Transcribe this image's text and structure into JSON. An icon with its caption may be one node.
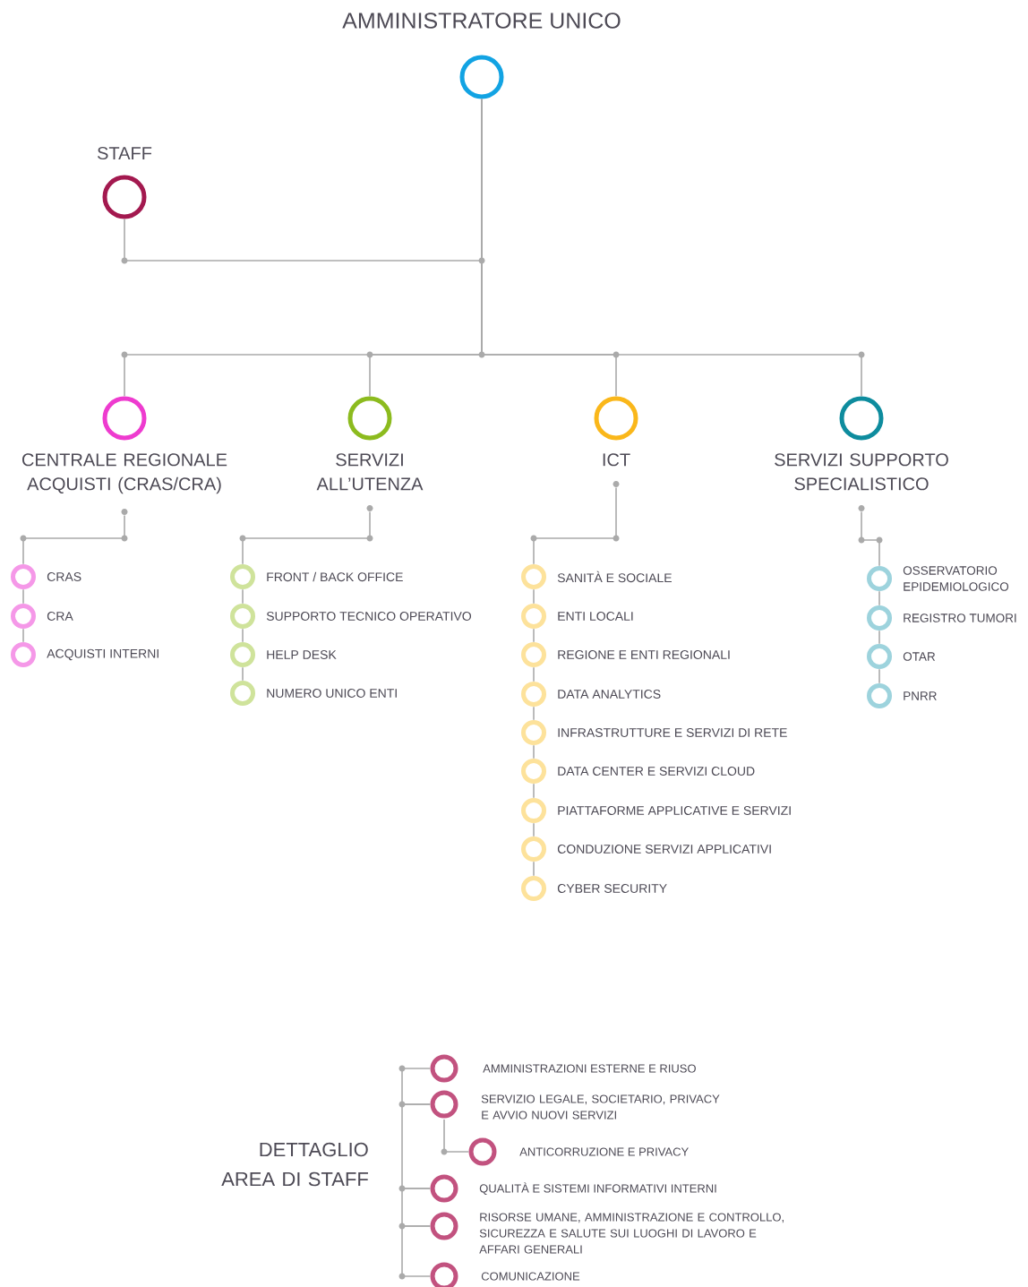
{
  "diagram": {
    "nodes": [
      {
        "text": [
          "AMMINISTRATORE UNICO"
        ]
      },
      {
        "text": [
          "STAFF"
        ]
      },
      {
        "text": [
          "CENTRALE REGIONALE ACQUISTI (CRAS/CRA)"
        ]
      },
      {
        "text": [
          "SERVIZI ALL’UTENZA"
        ]
      },
      {
        "text": [
          "ICT"
        ]
      },
      {
        "text": [
          "SERVIZI SUPPORTO SPECIALISTICO"
        ]
      },
      {
        "text": [
          "CRAS"
        ]
      },
      {
        "text": [
          "CRA"
        ]
      },
      {
        "text": [
          "ACQUISTI INTERNI"
        ]
      },
      {
        "text": [
          "FRONT / BACK OFFICE"
        ]
      },
      {
        "text": [
          "SUPPORTO TECNICO OPERATIVO"
        ]
      },
      {
        "text": [
          "HELP DESK"
        ]
      },
      {
        "text": [
          "NUMERO UNICO ENTI"
        ]
      },
      {
        "text": [
          "SANITÀ E SOCIALE"
        ]
      },
      {
        "text": [
          "ENTI LOCALI"
        ]
      },
      {
        "text": [
          "REGIONE E ENTI REGIONALI"
        ]
      },
      {
        "text": [
          "DATA ANALYTICS"
        ]
      },
      {
        "text": [
          "INFRASTRUTTURE E SERVIZI DI RETE"
        ]
      },
      {
        "text": [
          "DATA CENTER E SERVIZI CLOUD"
        ]
      },
      {
        "text": [
          "PIATTAFORME APPLICATIVE E SERVIZI"
        ]
      },
      {
        "text": [
          "CONDUZIONE SERVIZI APPLICATIVI"
        ]
      },
      {
        "text": [
          "CYBER SECURITY"
        ]
      },
      {
        "text": [
          "OSSERVATORIO EPIDEMIOLOGICO"
        ]
      },
      {
        "text": [
          "REGISTRO TUMORI"
        ]
      },
      {
        "text": [
          "OTAR"
        ]
      },
      {
        "text": [
          "PNRR"
        ]
      },
      {
        "text": [
          "AMMINISTRAZIONI ESTERNE E RIUSO"
        ]
      },
      {
        "text": [
          "SERVIZIO LEGALE, SOCIETARIO, PRIVACY E AVVIO NUOVI SERVIZI"
        ]
      },
      {
        "text": [
          "ANTICORRUZIONE E PRIVACY"
        ]
      },
      {
        "text": [
          "QUALITÀ E SISTEMI INFORMATIVI INTERNI"
        ]
      },
      {
        "text": [
          "RISORSE UMANE, AMMINISTRAZIONE E CONTROLLO, SICUREZZA E SALUTE SUI LUOGHI DI LAVORO E AFFARI GENERALI"
        ]
      },
      {
        "text": [
          "COMUNICAZIONE"
        ]
      }
    ],
    "edges": [
      {
        "from": 0,
        "to": 1,
        "arrow": "none"
      },
      {
        "from": 0,
        "to": 2,
        "arrow": "none"
      },
      {
        "from": 0,
        "to": 3,
        "arrow": "none"
      },
      {
        "from": 0,
        "to": 4,
        "arrow": "none"
      },
      {
        "from": 0,
        "to": 5,
        "arrow": "none"
      },
      {
        "from": 2,
        "to": 6,
        "arrow": "none"
      },
      {
        "from": 6,
        "to": 7,
        "arrow": "none"
      },
      {
        "from": 7,
        "to": 8,
        "arrow": "none"
      },
      {
        "from": 3,
        "to": 9,
        "arrow": "none"
      },
      {
        "from": 9,
        "to": 10,
        "arrow": "none"
      },
      {
        "from": 10,
        "to": 11,
        "arrow": "none"
      },
      {
        "from": 11,
        "to": 12,
        "arrow": "none"
      },
      {
        "from": 4,
        "to": 13,
        "arrow": "none"
      },
      {
        "from": 13,
        "to": 14,
        "arrow": "none"
      },
      {
        "from": 14,
        "to": 15,
        "arrow": "none"
      },
      {
        "from": 15,
        "to": 16,
        "arrow": "none"
      },
      {
        "from": 16,
        "to": 17,
        "arrow": "none"
      },
      {
        "from": 17,
        "to": 18,
        "arrow": "none"
      },
      {
        "from": 18,
        "to": 19,
        "arrow": "none"
      },
      {
        "from": 19,
        "to": 20,
        "arrow": "none"
      },
      {
        "from": 20,
        "to": 21,
        "arrow": "none"
      },
      {
        "from": 5,
        "to": 22,
        "arrow": "none"
      },
      {
        "from": 22,
        "to": 23,
        "arrow": "none"
      },
      {
        "from": 23,
        "to": 24,
        "arrow": "none"
      },
      {
        "from": 24,
        "to": 25,
        "arrow": "none"
      },
      {
        "from": 26,
        "to": 27,
        "arrow": "none"
      },
      {
        "from": 27,
        "to": 28,
        "arrow": "none"
      },
      {
        "from": 27,
        "to": 29,
        "arrow": "none"
      },
      {
        "from": 29,
        "to": 30,
        "arrow": "none"
      },
      {
        "from": 30,
        "to": 31,
        "arrow": "none"
      }
    ],
    "labels": [
      "DETTAGLIO AREA DI STAFF"
    ]
  }
}
